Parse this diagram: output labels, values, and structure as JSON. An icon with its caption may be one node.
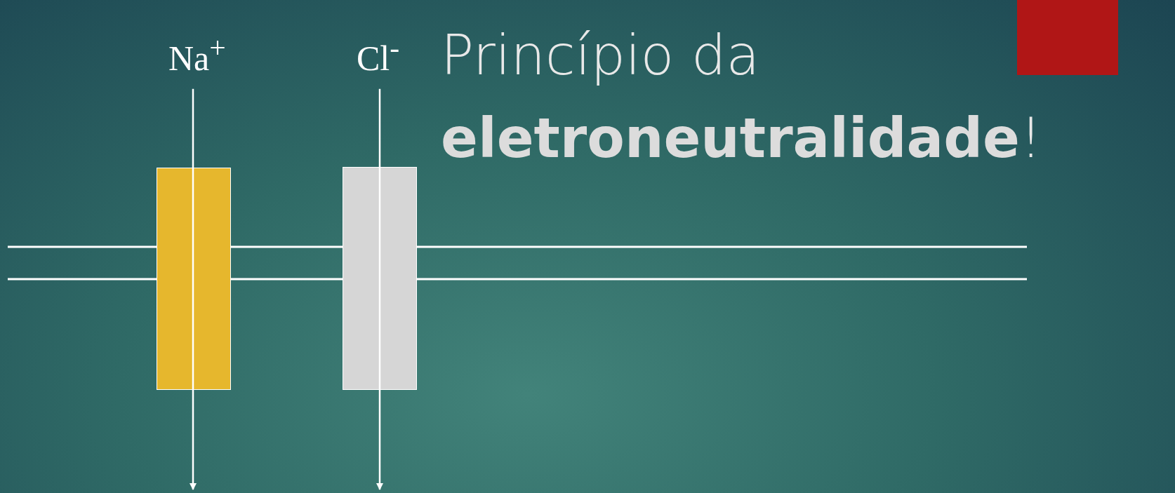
{
  "diagram": {
    "title": "Princípio da **eletroneutralidade**!",
    "nodes": [
      {
        "text": [
          "Na$^{+}$"
        ]
      },
      {
        "text": [
          "Cl$^{-}$"
        ]
      },
      {
        "text": [],
        "shape": "box"
      },
      {
        "text": [],
        "shape": "box"
      }
    ],
    "edges": [
      {
        "from": 0,
        "to": null,
        "arrow": "to"
      },
      {
        "from": 1,
        "to": null,
        "arrow": "to"
      }
    ]
  }
}
